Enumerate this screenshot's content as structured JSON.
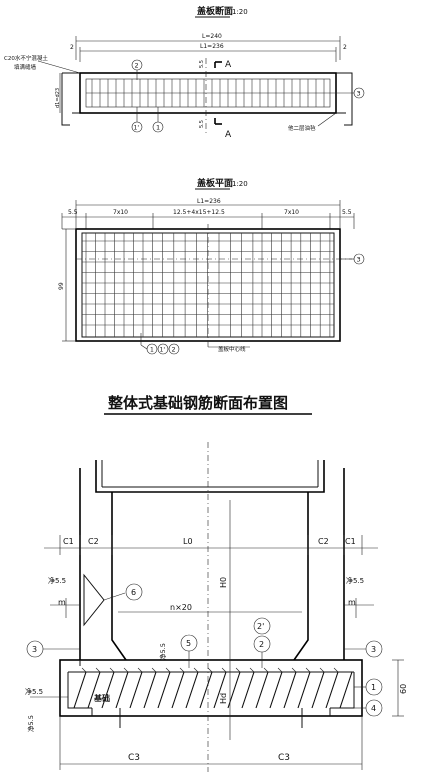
{
  "section_view": {
    "title": "盖板断面",
    "scale": "1:20",
    "dim_L": "L=240",
    "dim_L1": "L1=236",
    "dim_left": "2",
    "dim_right": "2",
    "note_left_1": "C20水不宁混凝土",
    "note_left_2": "填满缝墙",
    "height_label": "d1=d23",
    "note_right": "他二层油毡",
    "cut_mark": "A",
    "dim_top_small": "5.5",
    "dim_bottom_small": "5.5",
    "callouts": [
      "2",
      "1'",
      "1",
      "3"
    ]
  },
  "plan_view": {
    "title": "盖板平面",
    "scale": "1:20",
    "dim_L1": "L1=236",
    "dim_edge_left": "5.5",
    "dim_edge_right": "5.5",
    "dim_seg_left": "7x10",
    "dim_seg_mid": "12.5+4x15+12.5",
    "dim_seg_right": "7x10",
    "dim_height": "99",
    "note_centerline": "盖板中心线",
    "callouts": [
      "3",
      "1",
      "1'",
      "2"
    ]
  },
  "foundation": {
    "title": "整体式基础钢筋断面布置图",
    "label_C1_left": "C1",
    "label_C2_left": "C2",
    "label_L0": "L0",
    "label_C2_right": "C2",
    "label_C1_right": "C1",
    "label_H0": "H0",
    "label_Hd": "Hd",
    "label_jing_left": "净5.5",
    "label_jing_right": "净5.5",
    "label_m_left": "m",
    "label_m_right": "m",
    "label_nx20": "n×20",
    "label_jing_top": "净5.5",
    "label_jing_bottom_left": "净5.5",
    "label_jing_vertical": "净5.5",
    "label_60": "60",
    "label_base": "基础",
    "label_C3_left": "C3",
    "label_C3_right": "C3",
    "callouts": [
      "6",
      "3",
      "5",
      "2'",
      "2",
      "3",
      "1",
      "4"
    ]
  }
}
